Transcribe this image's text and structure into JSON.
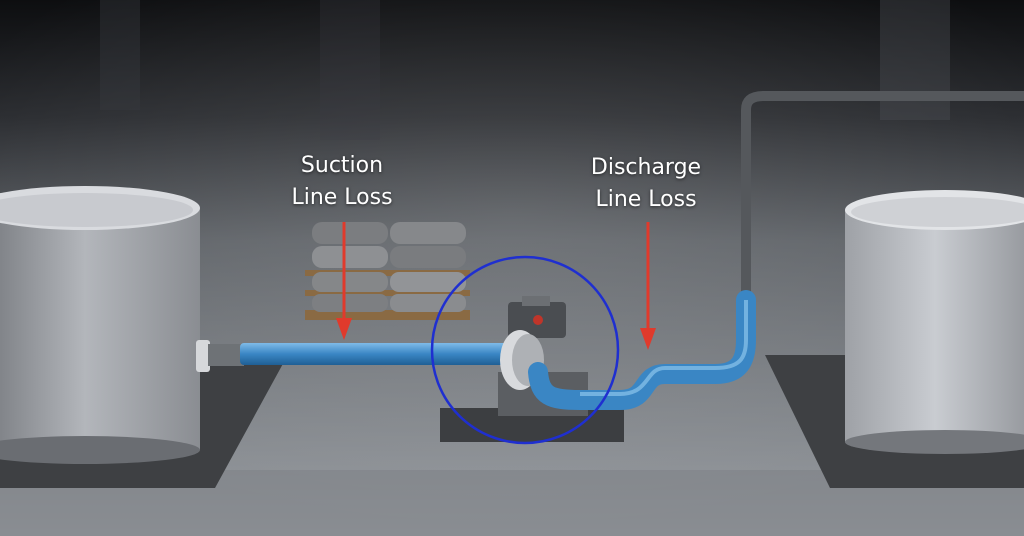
{
  "labels": {
    "suction": {
      "line1": "Suction",
      "line2": "Line Loss"
    },
    "discharge": {
      "line1": "Discharge",
      "line2": "Line Loss"
    }
  },
  "colors": {
    "pipe_blue": "#3a86c4",
    "arrow_red": "#e03a2c",
    "highlight_circle": "#1f2fd0",
    "tank_gray": "#b9bcc2",
    "floor": "#8b8f94"
  },
  "icons": [
    "suction-tank",
    "discharge-tank",
    "pump",
    "bag-pallet"
  ]
}
